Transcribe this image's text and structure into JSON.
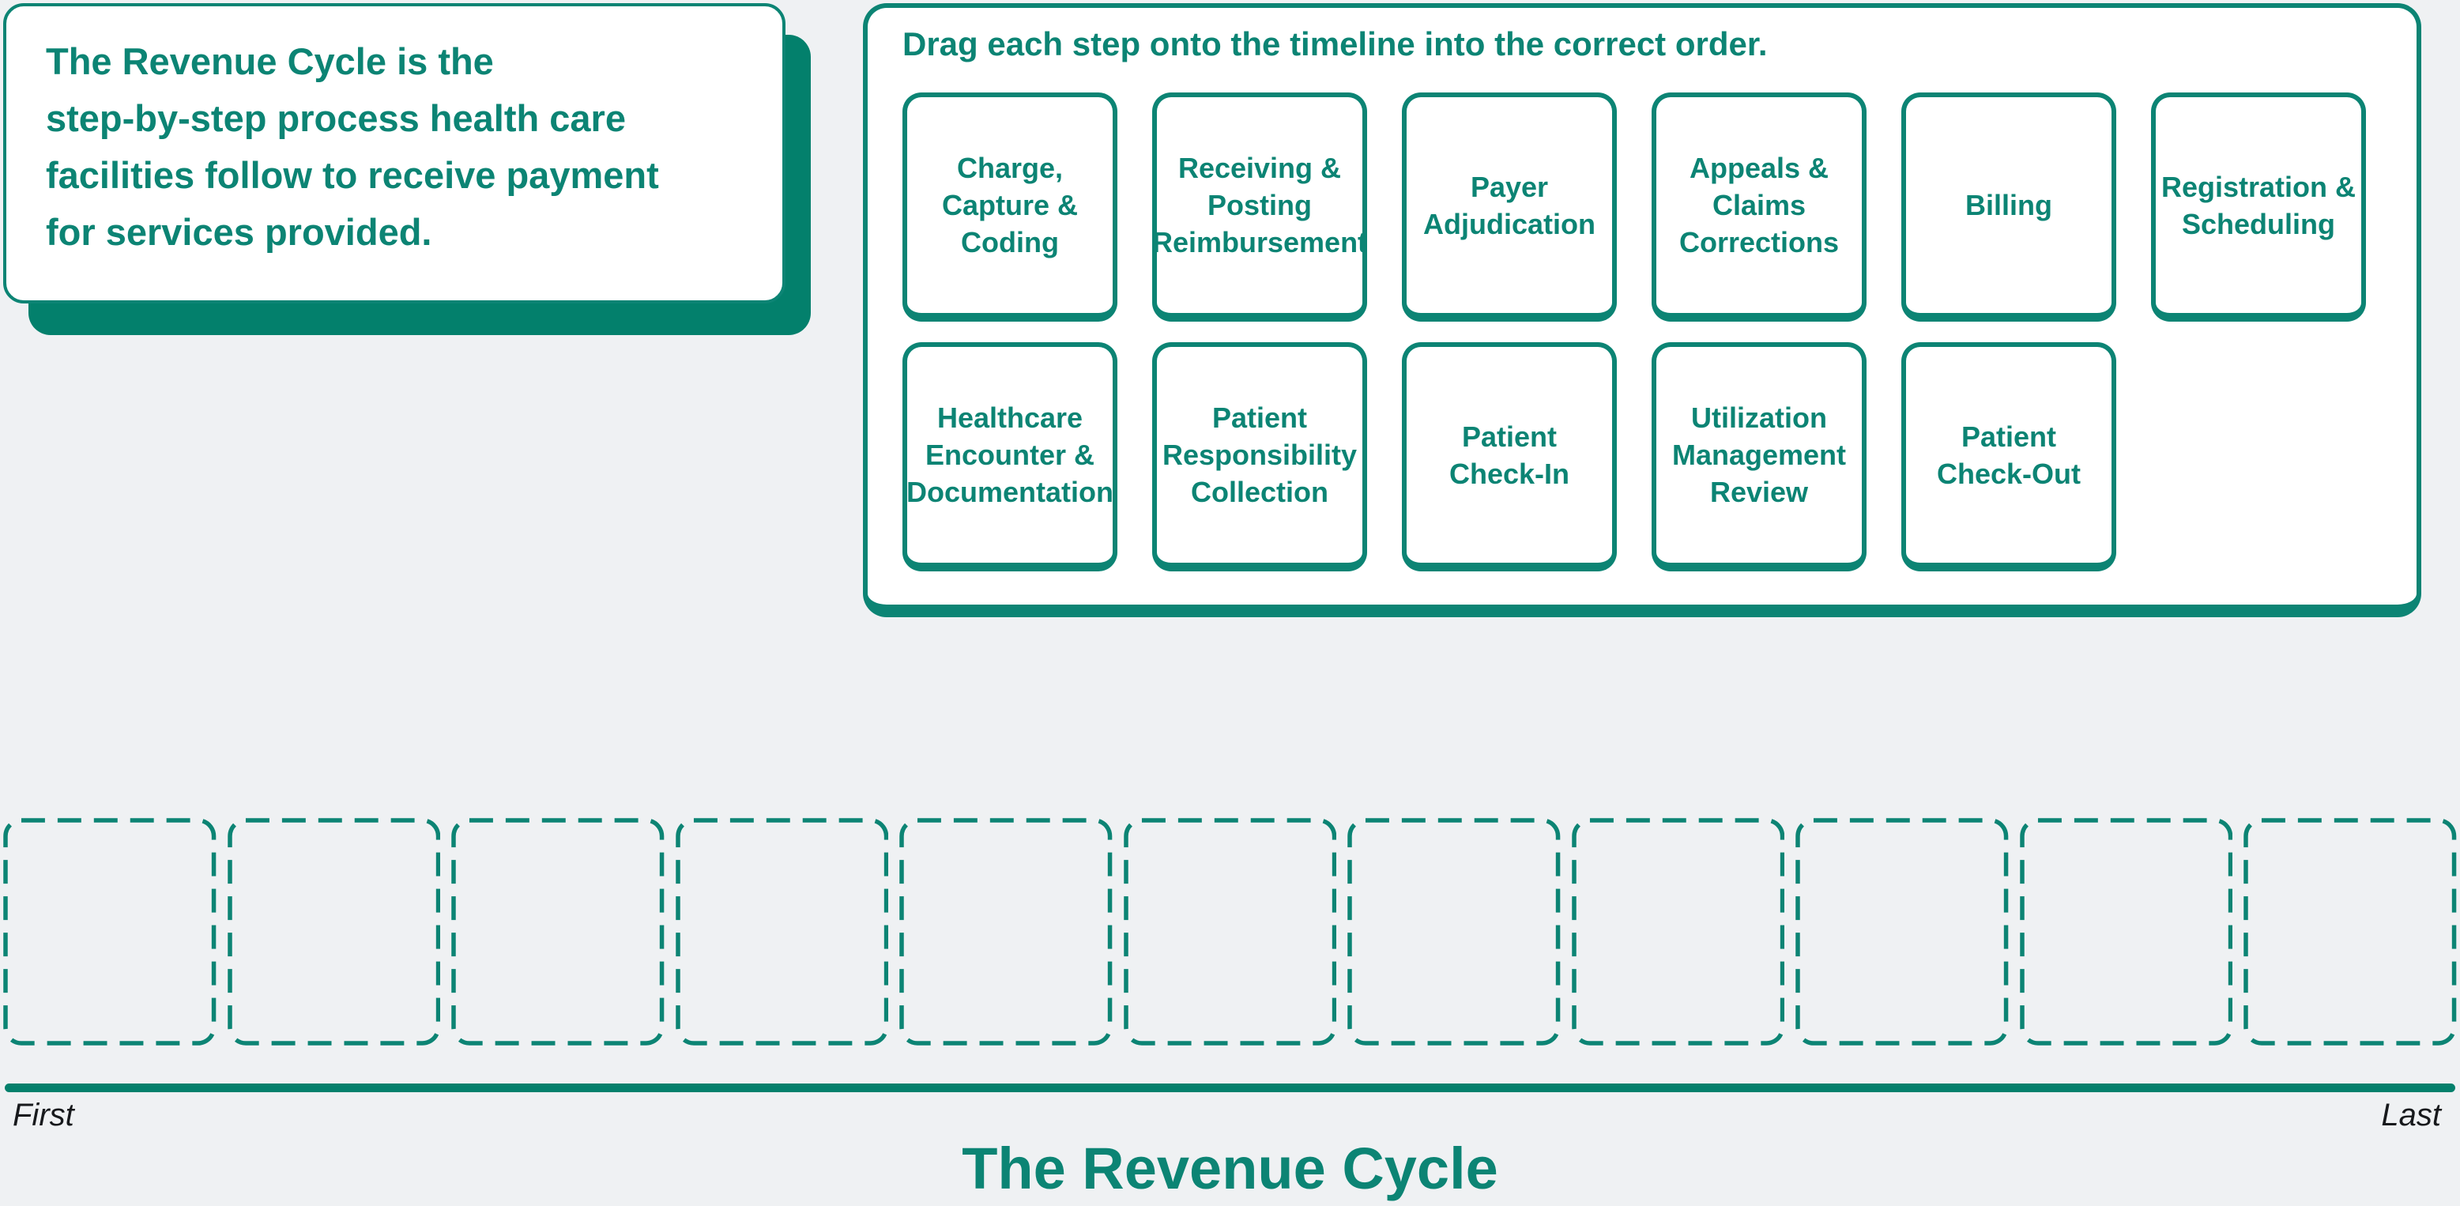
{
  "colors": {
    "accent": "#0C8474",
    "accent_dark": "#03806C",
    "background": "#EFF1F3",
    "card_background": "#FFFFFF",
    "label_dark": "#17191C"
  },
  "intro_card": {
    "text": "The Revenue Cycle is the\nstep-by-step process health care\nfacilities follow to receive payment\nfor services provided."
  },
  "panel": {
    "instruction": "Drag each step onto the timeline into the correct order.",
    "cards_row1": [
      {
        "label": "Charge,\nCapture &\nCoding"
      },
      {
        "label": "Receiving &\nPosting\nReimbursement"
      },
      {
        "label": "Payer\nAdjudication"
      },
      {
        "label": "Appeals &\nClaims\nCorrections"
      },
      {
        "label": "Billing"
      },
      {
        "label": "Registration &\nScheduling"
      }
    ],
    "cards_row2": [
      {
        "label": "Healthcare\nEncounter &\nDocumentation"
      },
      {
        "label": "Patient\nResponsibility\nCollection"
      },
      {
        "label": "Patient\nCheck-In"
      },
      {
        "label": "Utilization\nManagement\nReview"
      },
      {
        "label": "Patient\nCheck-Out"
      }
    ]
  },
  "timeline": {
    "slot_count": 11,
    "first_label": "First",
    "last_label": "Last",
    "title": "The Revenue Cycle"
  }
}
